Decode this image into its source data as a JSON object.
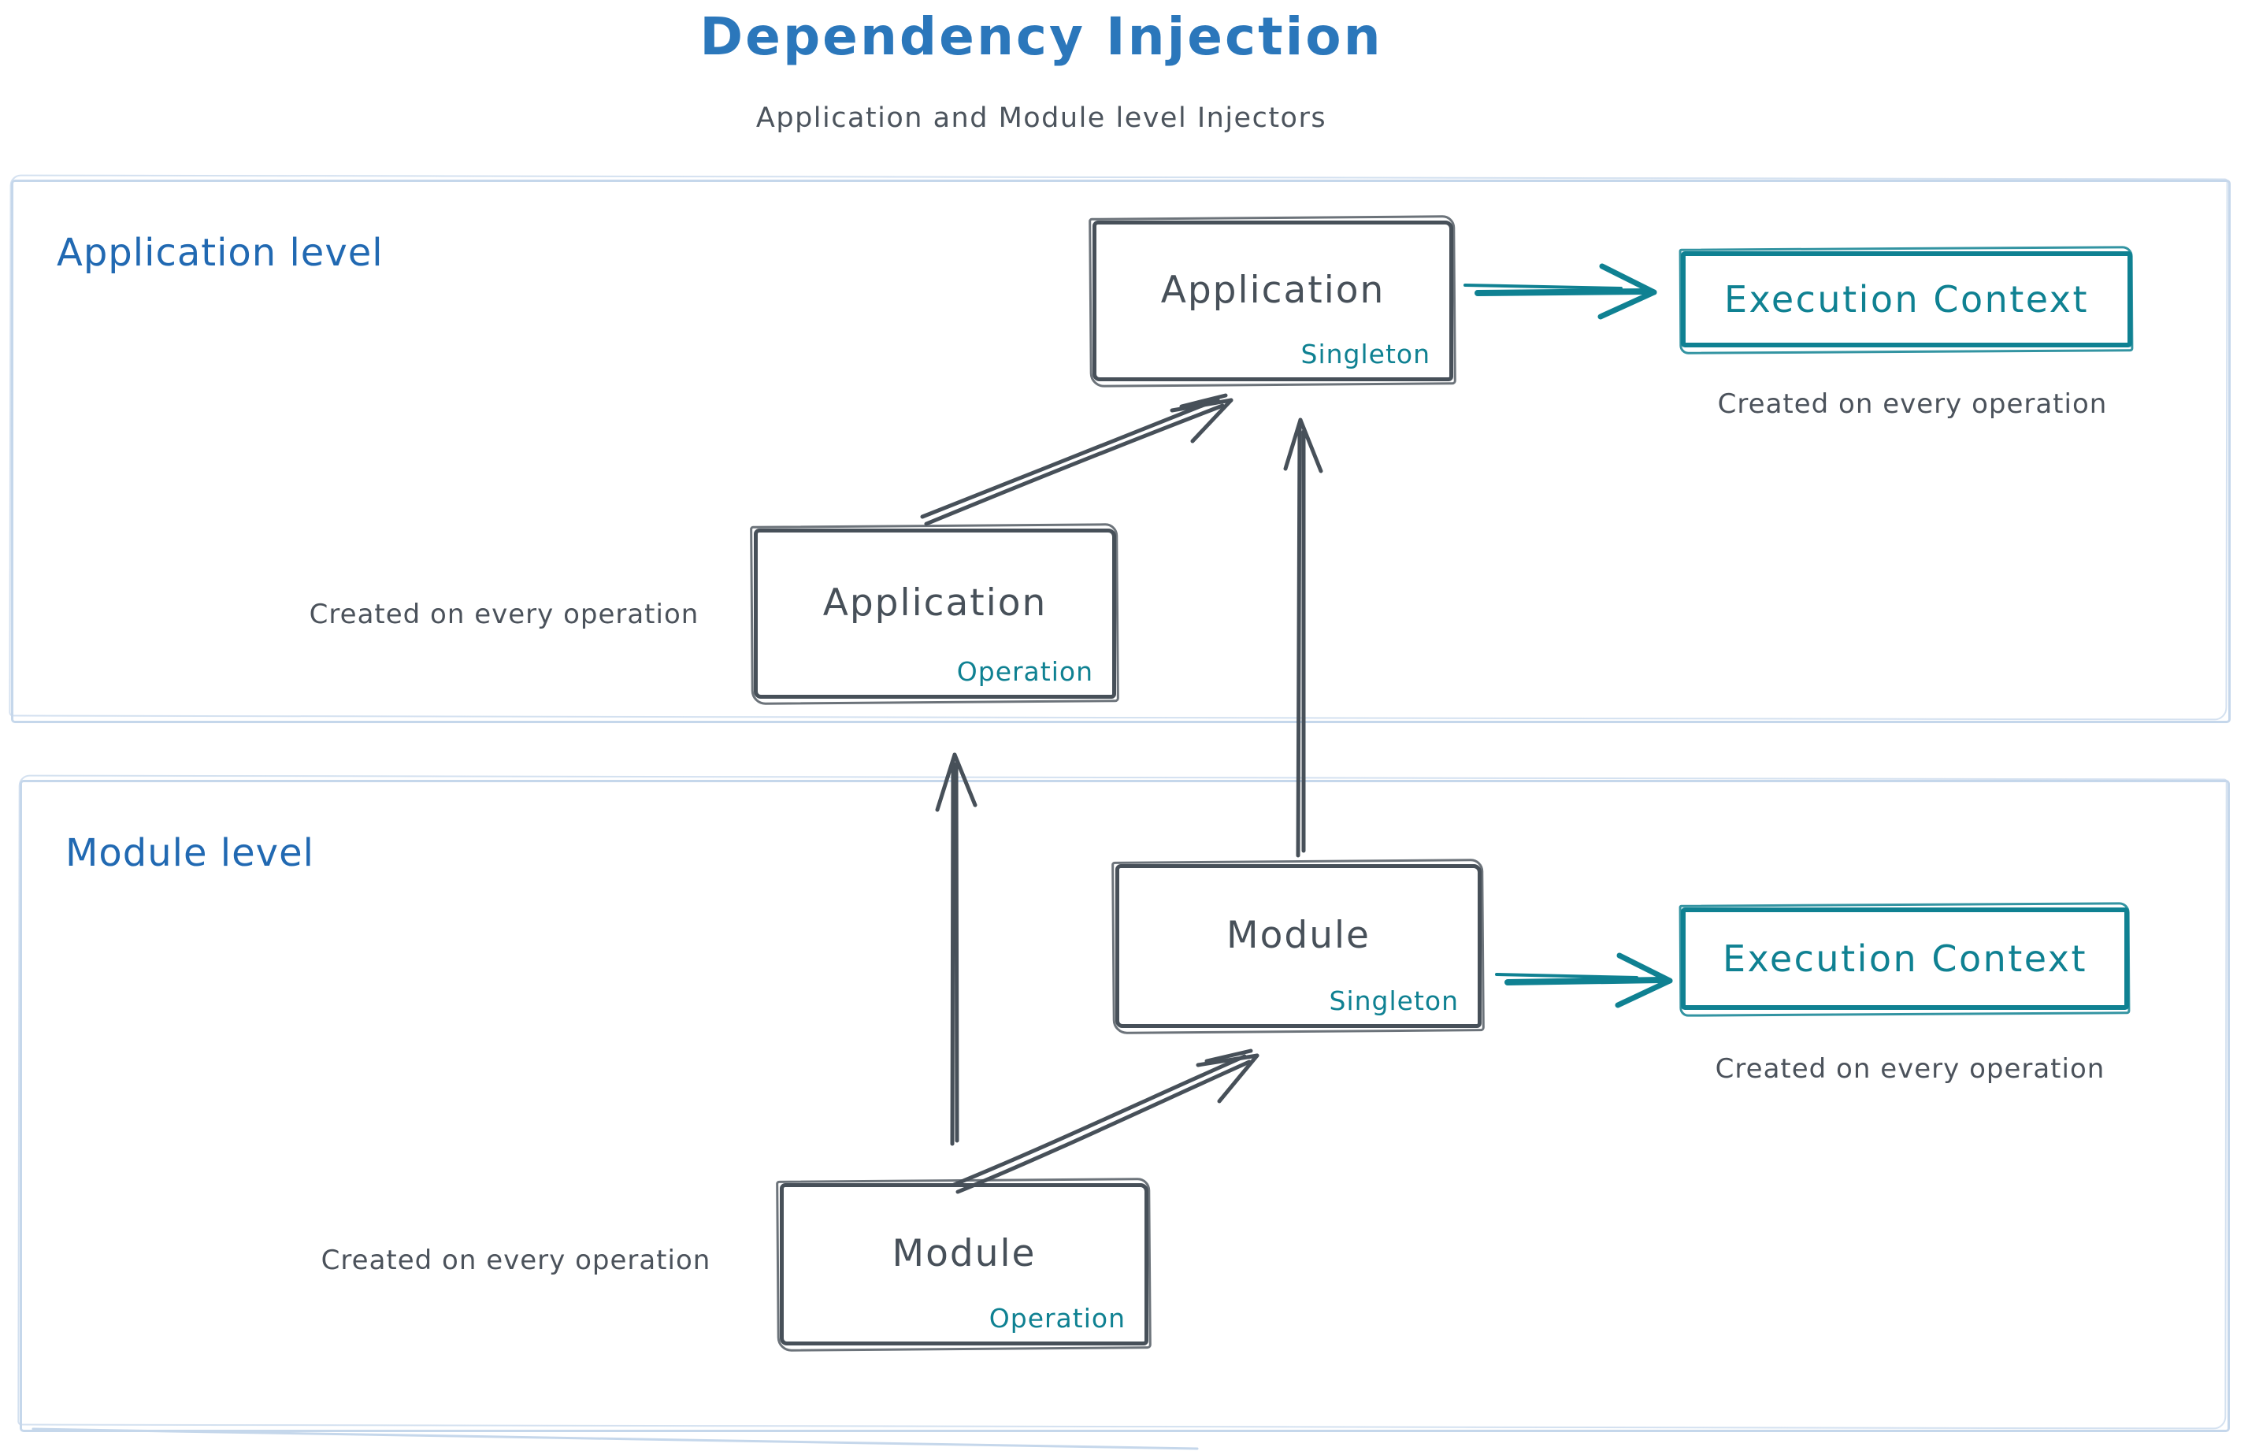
{
  "page": {
    "title": "Dependency Injection",
    "subtitle": "Application and Module level Injectors"
  },
  "colors": {
    "title_blue": "#2b77bb",
    "label_blue": "#2169b2",
    "ink": "#475059",
    "teal": "#0f8192",
    "frame_light_blue": "#c5d7eb",
    "background": "#ffffff"
  },
  "app_level": {
    "label": "Application level",
    "singleton_node": {
      "title": "Application",
      "badge": "Singleton"
    },
    "operation_node": {
      "title": "Application",
      "badge": "Operation"
    },
    "operation_caption": "Created on every operation",
    "execution_node": {
      "label": "Execution Context"
    },
    "execution_caption": "Created on every operation"
  },
  "module_level": {
    "label": "Module level",
    "singleton_node": {
      "title": "Module",
      "badge": "Singleton"
    },
    "operation_node": {
      "title": "Module",
      "badge": "Operation"
    },
    "operation_caption": "Created on every operation",
    "execution_node": {
      "label": "Execution Context"
    },
    "execution_caption": "Created on every operation"
  },
  "arrows": [
    {
      "name": "app-operation-to-app-singleton",
      "style": "dark-diagonal"
    },
    {
      "name": "app-singleton-to-execution-context",
      "style": "teal-horizontal"
    },
    {
      "name": "module-singleton-to-app-singleton",
      "style": "dark-vertical"
    },
    {
      "name": "module-operation-to-app-operation",
      "style": "dark-vertical"
    },
    {
      "name": "module-operation-to-module-singleton",
      "style": "dark-diagonal"
    },
    {
      "name": "module-singleton-to-execution-context",
      "style": "teal-horizontal"
    }
  ]
}
